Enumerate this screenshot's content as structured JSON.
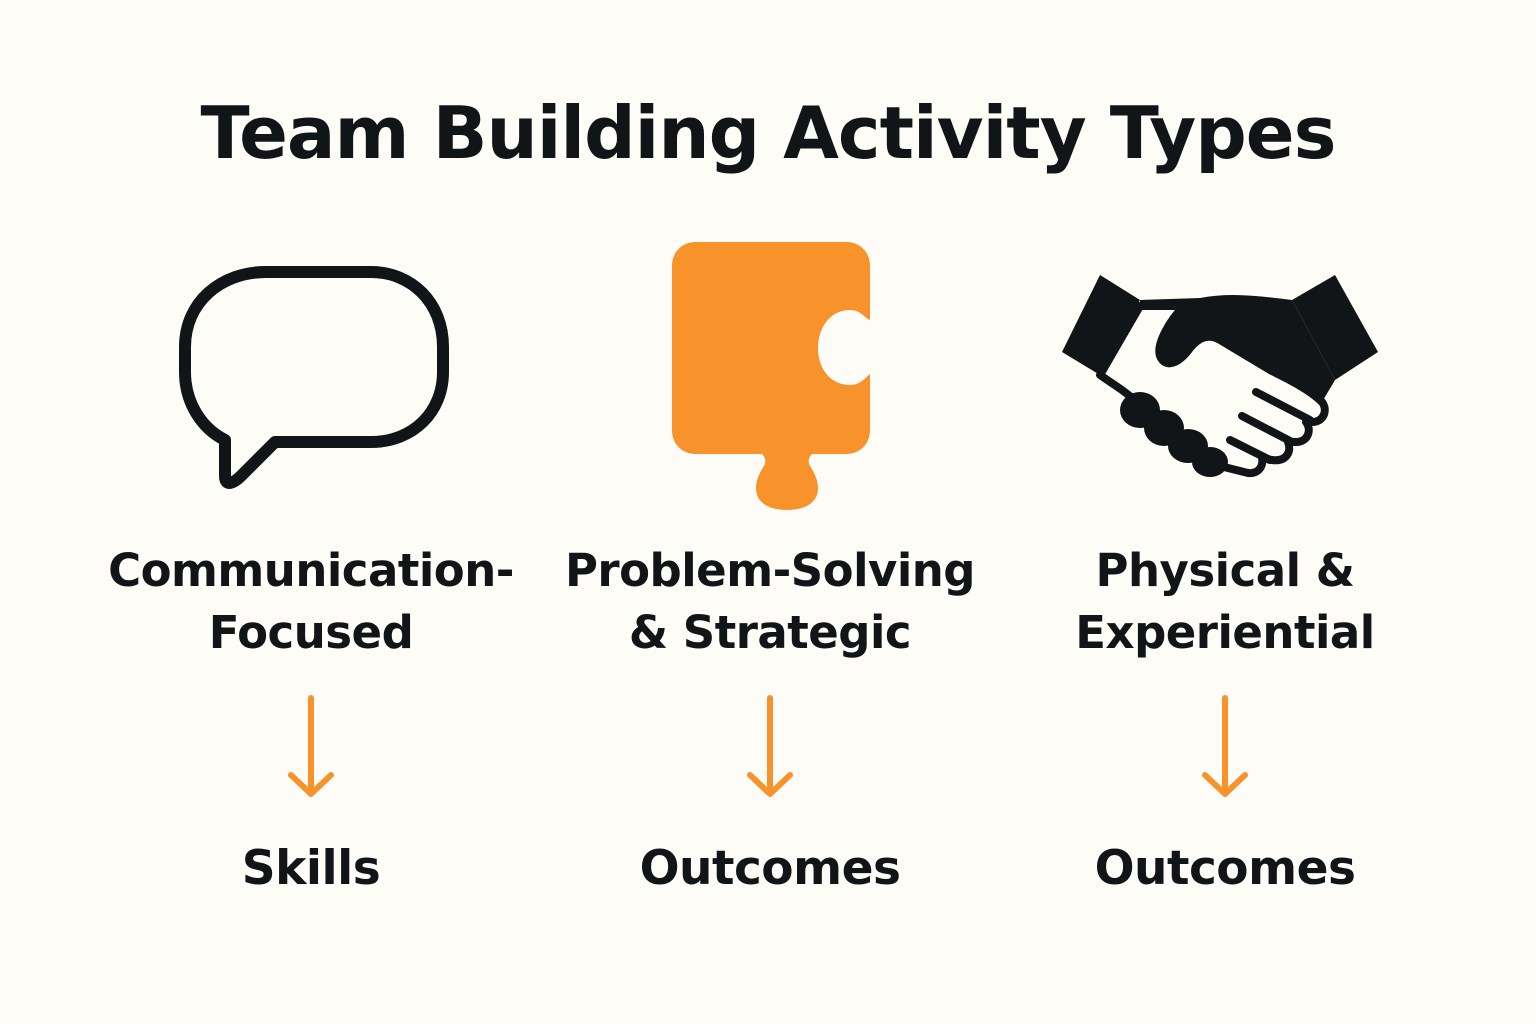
{
  "title": "Team Building Activity Types",
  "colors": {
    "background": "#fdfcf7",
    "text": "#111518",
    "accent": "#f8922b"
  },
  "columns": [
    {
      "icon": "speech-bubble-icon",
      "label_lines": [
        "Communication-",
        "Focused"
      ],
      "arrow": "arrow-down-icon",
      "result": "Skills"
    },
    {
      "icon": "puzzle-piece-icon",
      "label_lines": [
        "Problem-Solving",
        "& Strategic"
      ],
      "arrow": "arrow-down-icon",
      "result": "Outcomes"
    },
    {
      "icon": "handshake-icon",
      "label_lines": [
        "Physical &",
        "Experiential"
      ],
      "arrow": "arrow-down-icon",
      "result": "Outcomes"
    }
  ]
}
